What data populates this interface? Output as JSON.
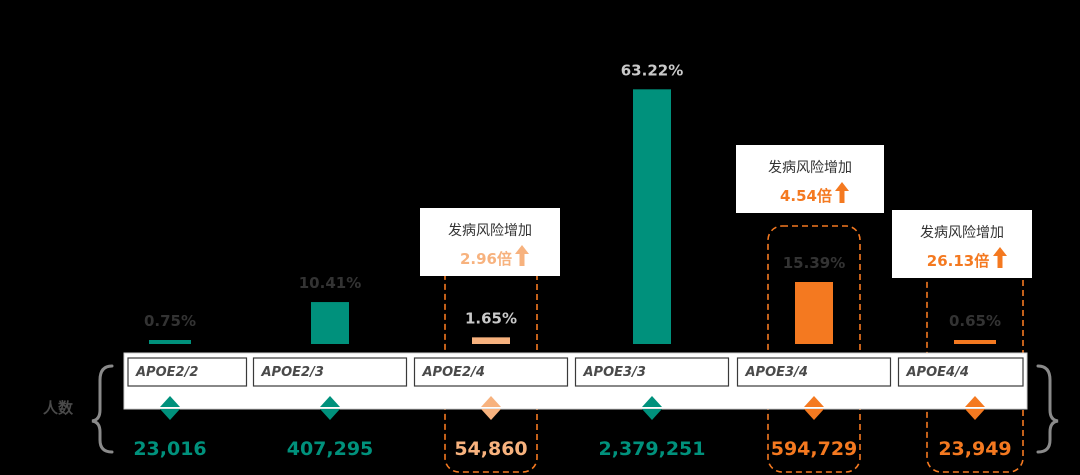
{
  "chart_data": {
    "type": "bar",
    "title": "",
    "xlabel": "",
    "ylabel": "",
    "ylim": [
      0,
      70
    ],
    "grid": false,
    "legend": "none",
    "row_label": "人数",
    "categories": [
      "APOE2/2",
      "APOE2/3",
      "APOE2/4",
      "APOE3/3",
      "APOE3/4",
      "APOE4/4"
    ],
    "values": [
      0.75,
      10.41,
      1.65,
      63.22,
      15.39,
      0.65
    ],
    "value_labels": [
      "0.75%",
      "10.41%",
      "1.65%",
      "63.22%",
      "15.39%",
      "0.65%"
    ],
    "counts": [
      "23,016",
      "407,295",
      "54,860",
      "2,379,251",
      "594,729",
      "23,949"
    ],
    "highlight": [
      false,
      false,
      true,
      false,
      true,
      true
    ],
    "callouts": [
      {
        "category": "APOE2/4",
        "title": "发病风险增加",
        "value": "2.96倍"
      },
      {
        "category": "APOE3/4",
        "title": "发病风险增加",
        "value": "4.54倍"
      },
      {
        "category": "APOE4/4",
        "title": "发病风险增加",
        "value": "26.13倍"
      }
    ]
  },
  "colors": {
    "background": "#000000",
    "teal": "#00917c",
    "orange": "#f47920",
    "light_orange": "#f7b27e",
    "band": "#ffffff",
    "text_dark": "#4a4a4a",
    "bracket": "#8a8a8a"
  },
  "icons": {
    "marker": "diamond-split-icon",
    "trend": "up-arrow-icon",
    "bracket": "curly-bracket-icon"
  }
}
